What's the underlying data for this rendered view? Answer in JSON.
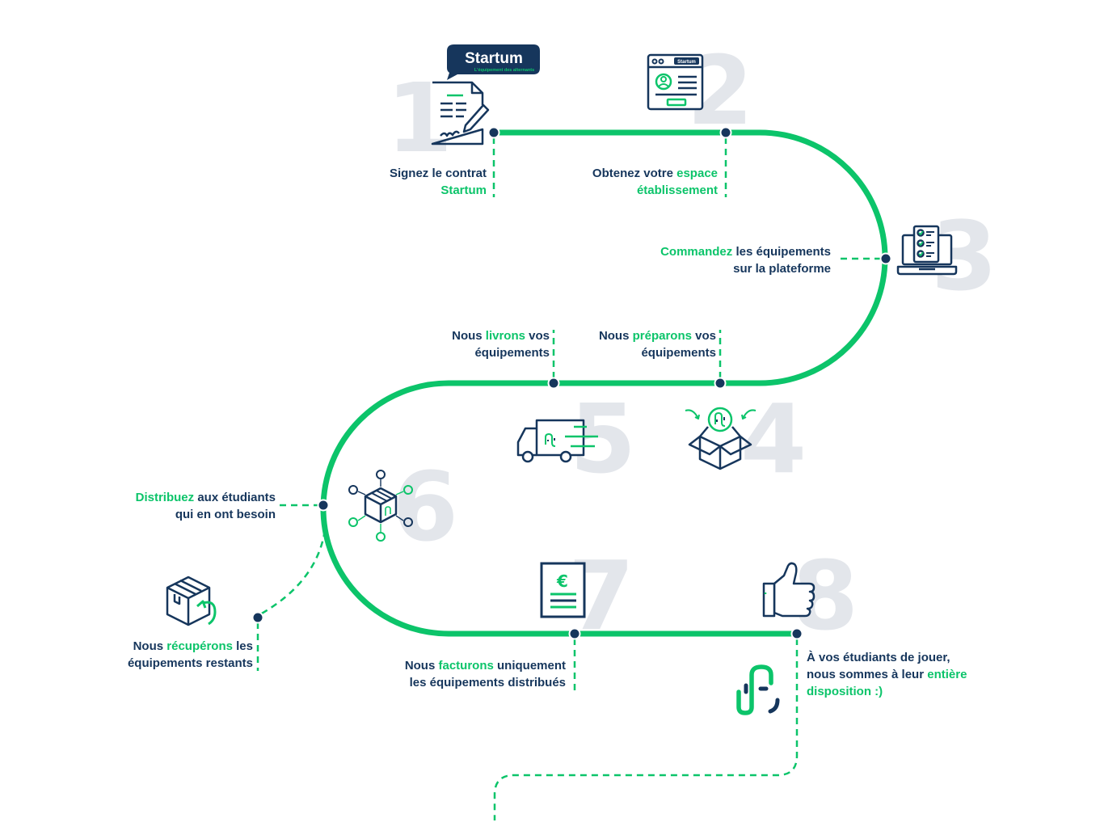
{
  "colors": {
    "path_green": "#0cc46a",
    "navy": "#16365c",
    "number_gray": "#e3e6eb"
  },
  "logo": {
    "name": "Startum",
    "tagline": "L'équipement des alternants"
  },
  "steps": [
    {
      "number": "1",
      "icon": "contract-sign-icon",
      "text_before": "Signez le contrat",
      "highlight": "Startum",
      "text_after": ""
    },
    {
      "number": "2",
      "icon": "browser-profile-icon",
      "text_before": "Obtenez votre",
      "highlight": "espace établissement",
      "text_after": "",
      "mini_logo": "Startum"
    },
    {
      "number": "3",
      "icon": "laptop-checklist-icon",
      "text_before": "",
      "highlight": "Commandez",
      "text_after": "les équipements sur la plateforme"
    },
    {
      "number": "4",
      "icon": "box-prepare-icon",
      "text_before": "Nous",
      "highlight": "préparons",
      "text_after": "vos équipements"
    },
    {
      "number": "5",
      "icon": "delivery-truck-icon",
      "text_before": "Nous",
      "highlight": "livrons",
      "text_after": "vos équipements"
    },
    {
      "number": "6",
      "icon": "box-distribute-icon",
      "text_before": "",
      "highlight": "Distribuez",
      "text_after": "aux étudiants qui en ont besoin"
    },
    {
      "number": "7",
      "icon": "invoice-euro-icon",
      "text_before": "Nous",
      "highlight": "facturons",
      "text_after": "uniquement les équipements distribués",
      "currency": "€"
    },
    {
      "number": "8",
      "icon": "thumbs-up-icon",
      "text_before": "À vos étudiants de jouer, nous sommes à leur",
      "highlight": "entière disposition :)",
      "text_after": ""
    }
  ],
  "return_step": {
    "icon": "box-return-icon",
    "text_before": "Nous",
    "highlight": "récupérons",
    "text_after": "les équipements restants"
  }
}
